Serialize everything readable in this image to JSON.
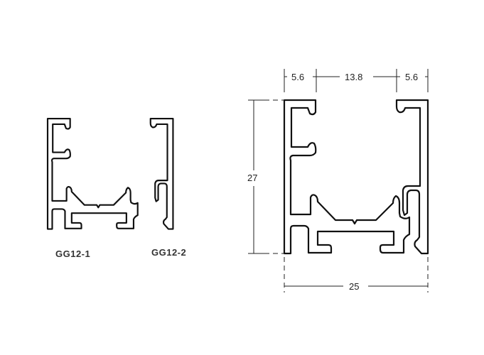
{
  "profiles": {
    "small_left_label": "GG12-1",
    "small_right_label": "GG12-2"
  },
  "dimensions": {
    "top_left": "5.6",
    "top_middle": "13.8",
    "top_right": "5.6",
    "height": "27",
    "width": "25"
  }
}
